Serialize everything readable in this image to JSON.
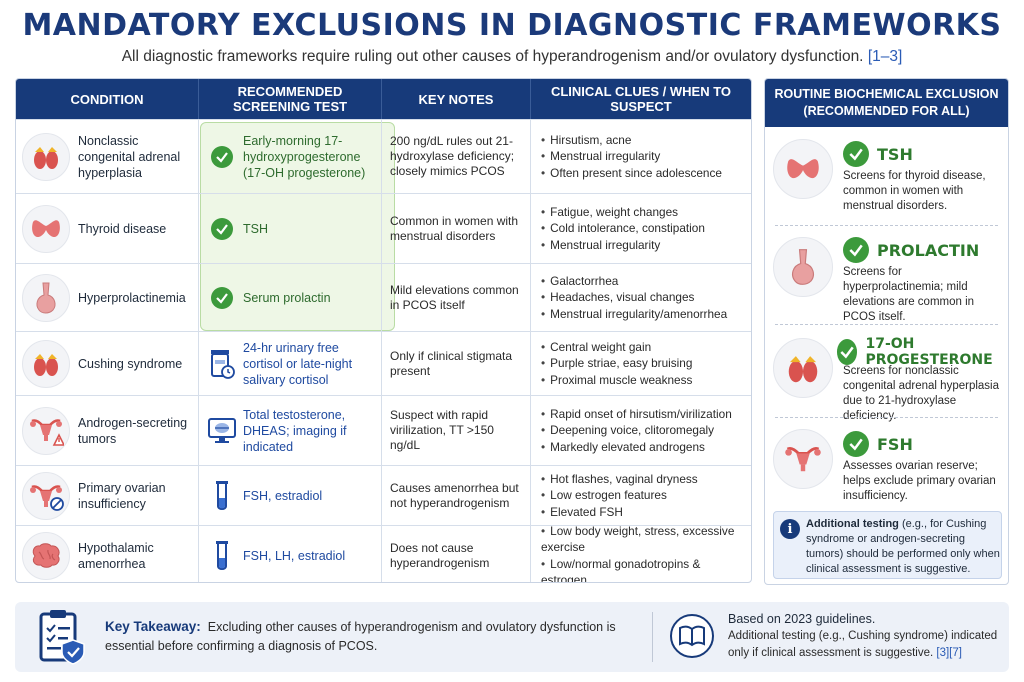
{
  "title": "MANDATORY EXCLUSIONS IN DIAGNOSTIC FRAMEWORKS",
  "subtitle": "All diagnostic frameworks require ruling out other causes of hyperandrogenism and/or ovulatory dysfunction.",
  "subtitle_ref": "[1–3]",
  "table": {
    "headers": [
      "CONDITION",
      "RECOMMENDED SCREENING TEST",
      "KEY NOTES",
      "CLINICAL CLUES / WHEN TO SUSPECT"
    ],
    "rows": [
      {
        "condition": "Nonclassic congenital adrenal hyperplasia",
        "icon": "adrenal-kidney-icon",
        "test": "Early-morning 17-hydroxyprogesterone (17-OH progesterone)",
        "test_icon": "check-icon",
        "notes": "200 ng/dL rules out 21-hydroxylase deficiency; closely mimics PCOS",
        "clues": [
          "Hirsutism, acne",
          "Menstrual irregularity",
          "Often present since adolescence"
        ]
      },
      {
        "condition": "Thyroid disease",
        "icon": "thyroid-icon",
        "test": "TSH",
        "test_icon": "check-icon",
        "notes": "Common in women with menstrual disorders",
        "clues": [
          "Fatigue, weight changes",
          "Cold intolerance, constipation",
          "Menstrual irregularity"
        ]
      },
      {
        "condition": "Hyperprolactinemia",
        "icon": "pituitary-icon",
        "test": "Serum prolactin",
        "test_icon": "check-icon",
        "notes": "Mild elevations common in PCOS itself",
        "clues": [
          "Galactorrhea",
          "Headaches, visual changes",
          "Menstrual irregularity/amenorrhea"
        ]
      },
      {
        "condition": "Cushing syndrome",
        "icon": "adrenal-kidney-icon",
        "test": "24-hr urinary free cortisol or late-night salivary cortisol",
        "test_icon": "urine-container-icon",
        "notes": "Only if clinical stigmata present",
        "clues": [
          "Central weight gain",
          "Purple striae, easy bruising",
          "Proximal muscle weakness"
        ]
      },
      {
        "condition": "Androgen-secreting tumors",
        "icon": "uterus-warning-icon",
        "test": "Total testosterone, DHEAS; imaging if indicated",
        "test_icon": "imaging-monitor-icon",
        "notes": "Suspect with rapid virilization, TT >150 ng/dL",
        "clues": [
          "Rapid onset of hirsutism/virilization",
          "Deepening voice, clitoromegaly",
          "Markedly elevated androgens"
        ]
      },
      {
        "condition": "Primary ovarian insufficiency",
        "icon": "uterus-blocked-icon",
        "test": "FSH, estradiol",
        "test_icon": "test-tube-icon",
        "notes": "Causes amenorrhea but not hyperandrogenism",
        "clues": [
          "Hot flashes, vaginal dryness",
          "Low estrogen features",
          "Elevated FSH"
        ]
      },
      {
        "condition": "Hypothalamic amenorrhea",
        "icon": "brain-icon",
        "test": "FSH, LH, estradiol",
        "test_icon": "test-tube-icon",
        "notes": "Does not cause hyperandrogenism",
        "clues": [
          "Low body weight, stress, excessive exercise",
          "Low/normal gonadotropins & estrogen"
        ]
      }
    ]
  },
  "side": {
    "header": "ROUTINE BIOCHEMICAL EXCLUSION (RECOMMENDED FOR ALL)",
    "items": [
      {
        "label": "TSH",
        "icon": "thyroid-icon",
        "desc": "Screens for thyroid disease, common in women with menstrual disorders."
      },
      {
        "label": "PROLACTIN",
        "icon": "pituitary-icon",
        "desc": "Screens for hyperprolactinemia; mild elevations are common in PCOS itself."
      },
      {
        "label": "17-OH PROGESTERONE",
        "icon": "adrenal-kidney-icon",
        "desc": "Screens for nonclassic congenital adrenal hyperplasia due to 21-hydroxylase deficiency."
      },
      {
        "label": "FSH",
        "icon": "uterus-icon",
        "desc": "Assesses ovarian reserve; helps exclude primary ovarian insufficiency."
      }
    ],
    "note_bold": "Additional testing",
    "note_rest": " (e.g., for Cushing syndrome or androgen-secreting tumors) should be performed only when clinical assessment is suggestive."
  },
  "footer": {
    "label": "Key Takeaway:",
    "text": "Excluding other causes of hyperandrogenism and ovulatory dysfunction is essential before confirming a diagnosis of PCOS.",
    "right_title": "Based on 2023 guidelines.",
    "right_text": "Additional testing (e.g., Cushing syndrome) indicated only if clinical assessment is suggestive.",
    "right_ref": "[3][7]"
  },
  "colors": {
    "navy": "#173a7a",
    "green": "#3c9a3c",
    "link": "#2a5bb5"
  }
}
